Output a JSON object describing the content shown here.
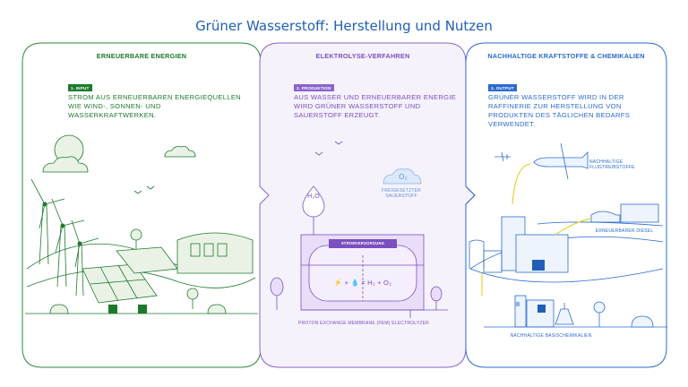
{
  "title": "Grüner Wasserstoff: Herstellung und Nutzen",
  "colors": {
    "title": "#1f5fb8",
    "green": "#1d7a2c",
    "purple": "#7a4fc0",
    "blue": "#2a6bd0",
    "yellow": "#e8d23a"
  },
  "panels": [
    {
      "heading": "ERNEUERBARE ENERGIEN",
      "tag": "1. INPUT",
      "text": "STROM AUS ERNEUERBAREN ENERGIEQUELLEN WIE WIND-, SONNEN- UND WASSERKRAFTWERKEN."
    },
    {
      "heading": "ELEKTROLYSE-VERFAHREN",
      "tag": "2. PRODUKTION",
      "text": "AUS WASSER UND ERNEUERBARER ENERGIE WIRD GRÜNER WASSERSTOFF UND SAUERSTOFF ERZEUGT."
    },
    {
      "heading": "NACHHALTIGE KRAFTSTOFFE & CHEMIKALIEN",
      "tag": "3. OUTPUT",
      "text": "GRÜNER WASSERSTOFF WIRD IN DER RAFFINERIE ZUR HERSTELLUNG VON PRODUKTEN DES TÄGLICHEN BEDARFS VERWENDET."
    }
  ],
  "labels": {
    "h2o": "H₂O",
    "o2": "O₂",
    "oxygen": "FREIGESETZTER SAUERSTOFF",
    "power_box": "STROMVERSORGUNG",
    "equation": "⚡ + 💧 = H₂ + O₂",
    "electrolyzer": "PROTON EXCHANGE MEMBRANE (PEM) ELECTROLYZER",
    "aviation": "NACHHALTIGE FLUGTREIBSTOFFE",
    "diesel": "ERNEUERBARER DIESEL",
    "chemicals": "NACHHALTIGE BASISCHEMIKALIEN"
  }
}
